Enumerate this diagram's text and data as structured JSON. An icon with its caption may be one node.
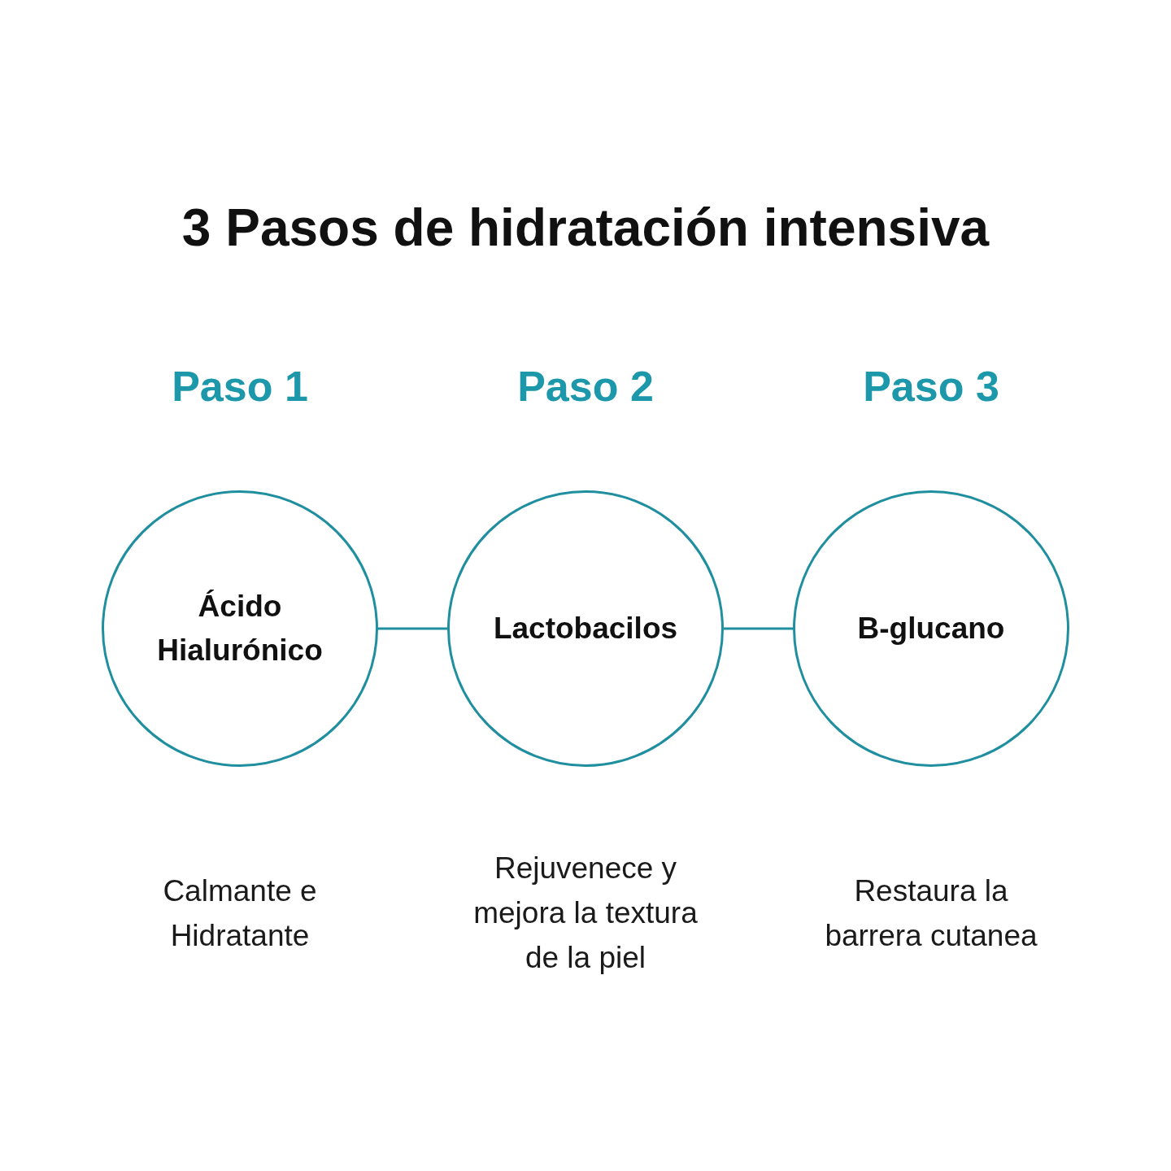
{
  "diagram": {
    "title": "3 Pasos de hidratación intensiva",
    "nodes": [
      {
        "text": [
          "Paso 1",
          "Ácido Hialurónico"
        ],
        "beside": [
          "Calmante e Hidratante"
        ]
      },
      {
        "text": [
          "Paso 2",
          "Lactobacilos"
        ],
        "beside": [
          "Rejuvenece y mejora la textura de la piel"
        ]
      },
      {
        "text": [
          "Paso 3",
          "B-glucano"
        ],
        "beside": [
          "Restaura la barrera cutanea"
        ]
      }
    ],
    "edges": [
      {
        "from": 0,
        "to": 1,
        "arrow": "none"
      },
      {
        "from": 1,
        "to": 2,
        "arrow": "none"
      }
    ]
  }
}
